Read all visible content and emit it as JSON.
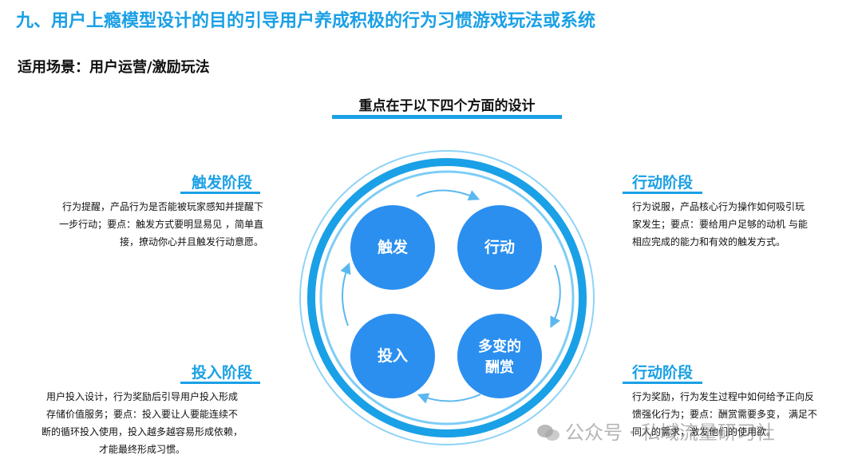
{
  "header": {
    "title": "九、用户上瘾模型设计的目的引导用户养成积极的行为习惯游戏玩法或系统",
    "scenario": "适用场景：用户运营/激励玩法",
    "focus": "重点在于以下四个方面的设计"
  },
  "stages": {
    "trigger": {
      "title": "触发阶段",
      "desc": [
        "行为提醒，产品行为是否能被玩家感知并提醒下",
        "一步行动；要点：触发方式要明显易见 ，简单直",
        "接，撩动你心并且触发行动意愿。"
      ]
    },
    "action": {
      "title": "行动阶段",
      "desc": [
        "行为说服，产品核心行为操作如何吸引玩",
        "家发生；要点：要给用户足够的动机 与能",
        "相应完成的能力和有效的触发方式。"
      ]
    },
    "invest": {
      "title": "投入阶段",
      "desc": [
        "用户投入设计，行为奖励后引导用户投入形成",
        "存储价值服务；要点：投入要让人要能连续不",
        "断的循环投入使用，投入越多越容易形成依赖，",
        "才能最终形成习惯。"
      ]
    },
    "reward": {
      "title": "行动阶段",
      "desc": [
        "行为奖励，行为发生过程中如何给予正向反",
        "馈强化行为；要点：酬赏需要多变， 满足不",
        "同人的需求，激发他们的使用欲。"
      ]
    }
  },
  "cycle": {
    "trigger": "触发",
    "action": "行动",
    "invest": "投入",
    "reward_line1": "多变的",
    "reward_line2": "酬赏"
  },
  "colors": {
    "accent": "#1aa0e6",
    "node": "#2b8ff0",
    "ring_light": "#7ecdf6",
    "arrow": "#5bb8ee"
  },
  "watermark": {
    "icon": "wechat-icon",
    "text": "公众号 · 私域流量研习社"
  }
}
